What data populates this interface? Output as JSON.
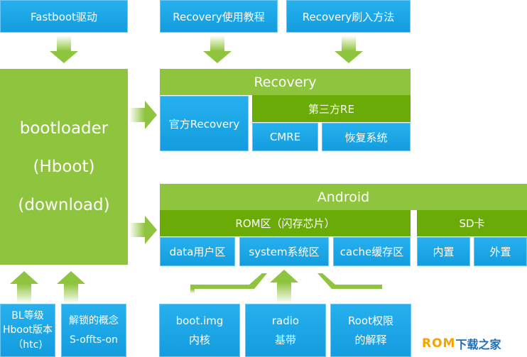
{
  "top": {
    "fastboot": "Fastboot驱动",
    "recovery_tutorial": "Recovery使用教程",
    "recovery_flash": "Recovery刷入方法"
  },
  "bootloader": {
    "line1": "bootloader",
    "line2": "(Hboot)",
    "line3": "(download)"
  },
  "recovery": {
    "title": "Recovery",
    "official": "官方Recovery",
    "third_party": "第三方RE",
    "cmre": "CMRE",
    "restore": "恢复系统"
  },
  "android": {
    "title": "Android",
    "rom": "ROM区（闪存芯片）",
    "sd": "SD卡",
    "data": "data用户区",
    "system": "system系统区",
    "cache": "cache缓存区",
    "internal": "内置",
    "external": "外置"
  },
  "bottom": {
    "bl_1": "BL等级",
    "bl_2": "Hboot版本",
    "bl_3": "（htc)",
    "unlock_1": "解锁的概念",
    "unlock_2": "S-offts-on",
    "boot_1": "boot.img",
    "boot_2": "内核",
    "radio_1": "radio",
    "radio_2": "基带",
    "root_1": "Root权限",
    "root_2": "的解释"
  },
  "logo": {
    "rom": "ROM",
    "site": "下载之家"
  },
  "colors": {
    "blue": "#1ea6e6",
    "green": "#8fc43e",
    "dark_green": "#6aab08"
  }
}
